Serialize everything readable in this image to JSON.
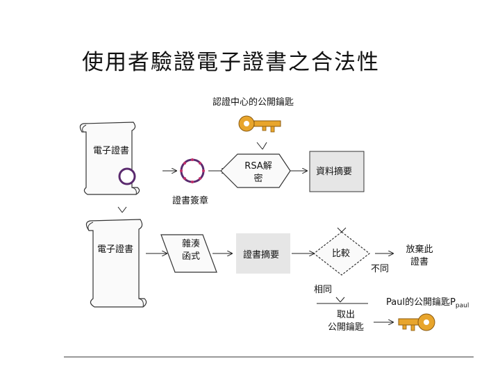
{
  "title": "使用者驗證電子證書之合法性",
  "labels": {
    "ca_public_key": "認證中心的公開鑰匙",
    "electronic_certificate": "電子證書",
    "cert_signature": "證書簽章",
    "rsa_decrypt_line1": "RSA解",
    "rsa_decrypt_line2": "密",
    "data_digest": "資料摘要",
    "electronic_certificate_2": "電子證書",
    "hash_line1": "雜湊",
    "hash_line2": "函式",
    "cert_digest": "證書摘要",
    "compare": "比較",
    "discard_line1": "放棄此",
    "discard_line2": "證書",
    "different": "不同",
    "same": "相同",
    "paul_public_key": "Paul的公開鑰匙P",
    "paul_key_subscript": "paul",
    "take_out_line1": "取出",
    "take_out_line2": "公開鑰匙"
  },
  "colors": {
    "key_gold": "#e8a52c",
    "seal_purple": "#5a2a6e",
    "seal_dots": "#c0306a",
    "box_fill": "#e6e6e6"
  }
}
